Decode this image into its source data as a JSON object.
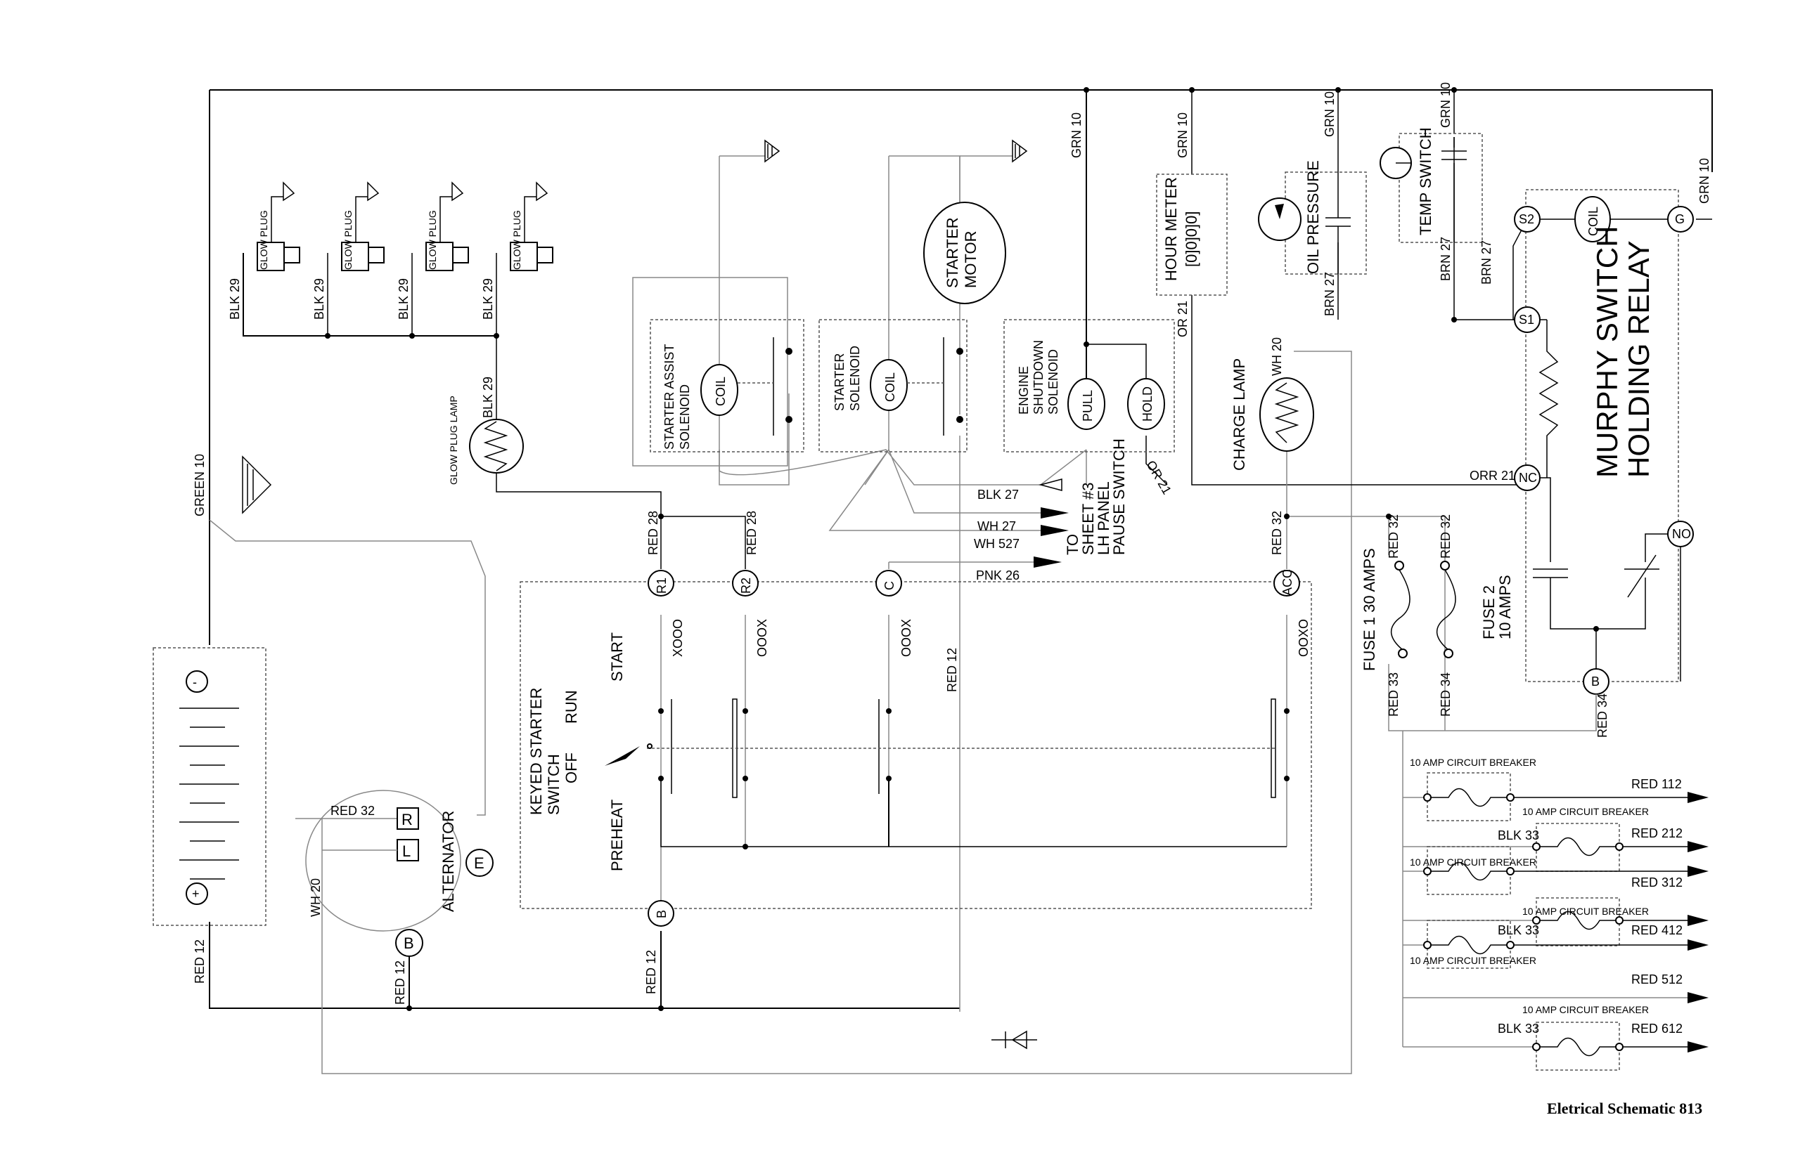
{
  "document": {
    "title": "Eletrical Schematic 813"
  },
  "components": {
    "glow_plug": "GLOW PLUG",
    "glow_plug_lamp": "GLOW PLUG LAMP",
    "starter_assist_solenoid": "STARTER ASSIST SOLENOID",
    "starter_solenoid": "STARTER SOLENOID",
    "starter_motor": "STARTER MOTOR",
    "engine_shutdown_solenoid": "ENGINE SHUTDOWN SOLENOID",
    "hour_meter": "HOUR METER",
    "hour_meter_digits": "[0]0]0]0]",
    "oil_pressure": "OIL PRESSURE",
    "temp_switch": "TEMP SWITCH",
    "murphy_switch": "MURPHY SWITCH",
    "holding_relay": "HOLDING RELAY",
    "charge_lamp": "CHARGE LAMP",
    "keyed_starter_switch": "KEYED STARTER SWITCH",
    "alternator": "ALTERNATOR",
    "fuse1": "FUSE 1 30 AMPS",
    "fuse2_line1": "FUSE 2",
    "fuse2_line2": "10 AMPS",
    "circuit_breaker": "10 AMP CIRCUIT BREAKER",
    "coil": "COIL",
    "pull": "PULL",
    "hold": "HOLD",
    "to_sheet_line1": "TO",
    "to_sheet_line2": "SHEET #3",
    "to_sheet_line3": "LH PANEL",
    "to_sheet_line4": "PAUSE SWITCH"
  },
  "switch": {
    "start": "START",
    "run": "RUN",
    "off": "OFF",
    "preheat": "PREHEAT",
    "pattern_r1": "XOOO",
    "pattern_r2": "OOOX",
    "pattern_c": "OOOX",
    "pattern_acc": "OOXO"
  },
  "terminals": {
    "r1": "R1",
    "r2": "R2",
    "c": "C",
    "acc": "ACC",
    "b": "B",
    "s1": "S1",
    "s2": "S2",
    "g": "G",
    "nc": "NC",
    "no": "NO",
    "l": "L",
    "r": "R",
    "e": "E",
    "minus": "-",
    "plus": "+"
  },
  "wires": {
    "blk29": "BLK 29",
    "green10": "GREEN 10",
    "grn10": "GRN 10",
    "red28": "RED 28",
    "red12": "RED 12",
    "red32": "RED 32",
    "red33": "RED 33",
    "red34": "RED 34",
    "wh20": "WH 20",
    "or21": "OR 21",
    "orr21": "ORR 21",
    "brn27": "BRN 27",
    "blk27": "BLK  27",
    "wh27": "WH  27",
    "wh527": "WH  527",
    "pnk26": "PNK 26",
    "blk33": "BLK 33"
  },
  "outputs": [
    "RED 112",
    "RED 212",
    "RED 312",
    "RED 412",
    "RED 512",
    "RED 612"
  ]
}
